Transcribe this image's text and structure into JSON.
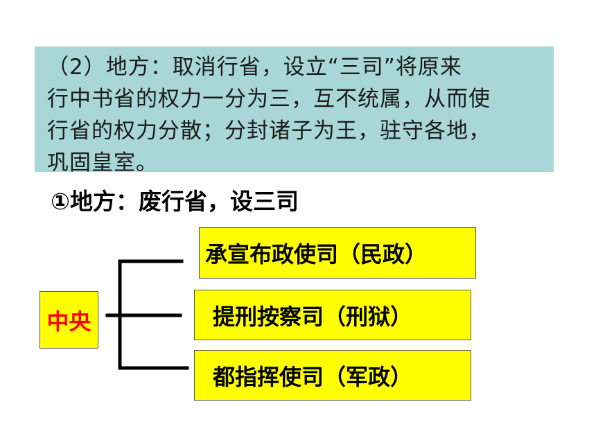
{
  "intro": {
    "lines": [
      "（2）地方：取消行省，设立“三司”将原来",
      "行中书省的权力一分为三，互不统属，从而使",
      "行省的权力分散；分封诸子为王，驻守各地，",
      "巩固皇室。"
    ]
  },
  "section": {
    "title": "①地方：废行省，设三司"
  },
  "diagram": {
    "center_label": "中央",
    "offices": [
      "承宣布政使司（民政）",
      "提刑按察司（刑狱）",
      "都指挥使司（军政）"
    ]
  },
  "colors": {
    "intro_background": "#a9d7d8",
    "box_fill": "#ffff00",
    "center_text": "#ff0000",
    "connector": "#000000"
  }
}
